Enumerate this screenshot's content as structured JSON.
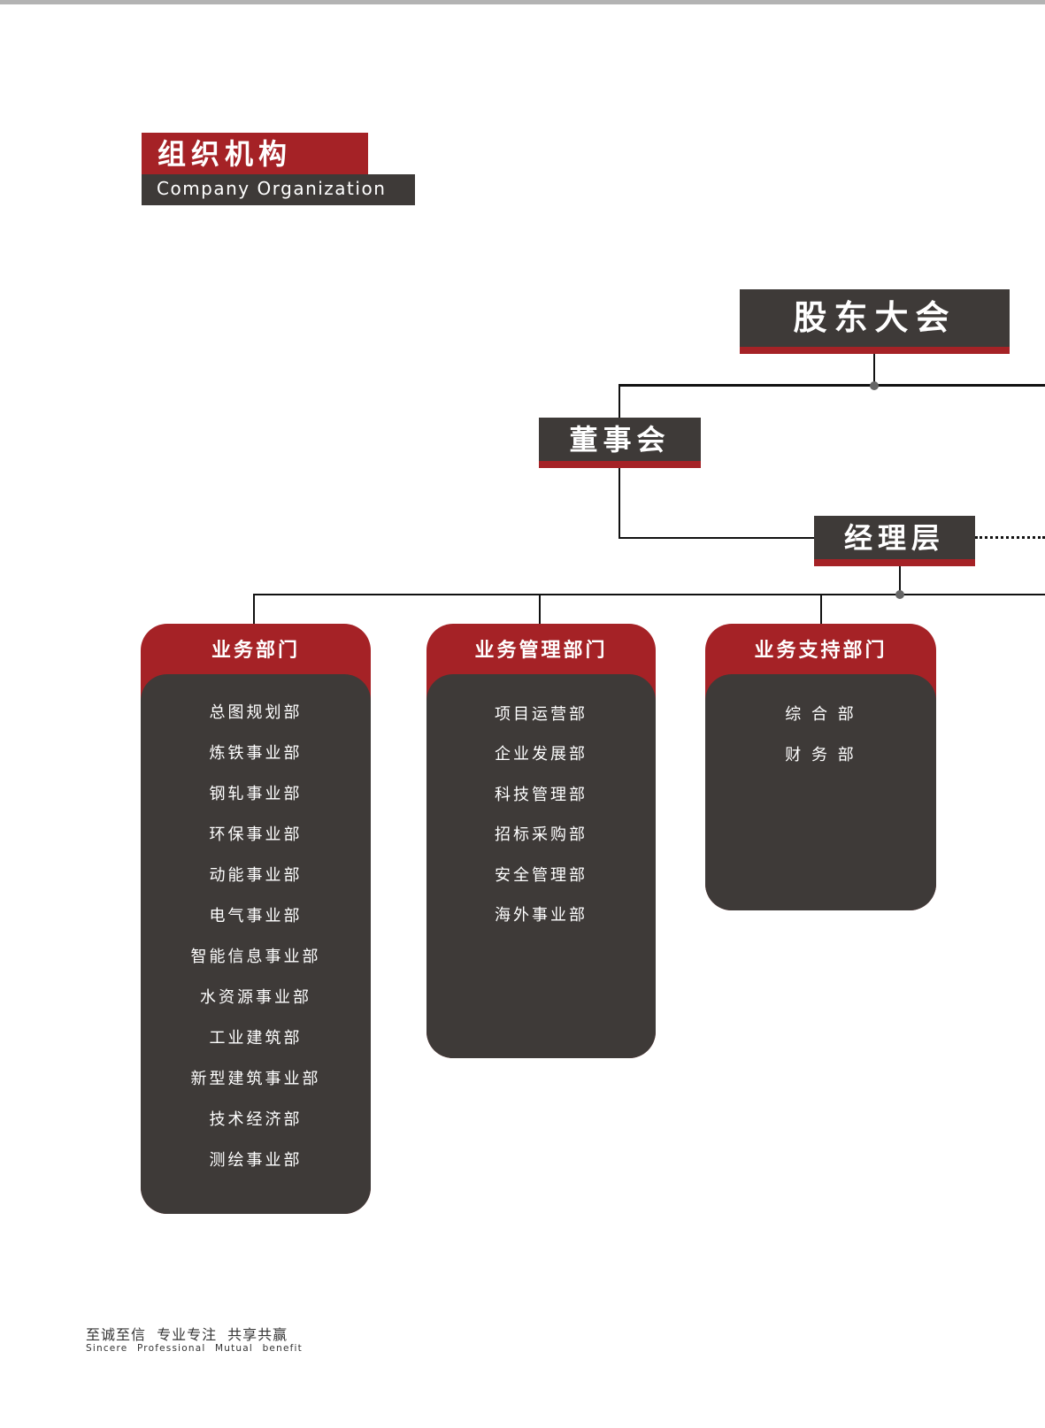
{
  "header": {
    "title_cn": "组织机构",
    "title_en": "Company Organization"
  },
  "nodes": {
    "shareholders": "股东大会",
    "board": "董事会",
    "management": "经理层"
  },
  "departments": [
    {
      "title": "业务部门",
      "items": [
        "总图规划部",
        "炼铁事业部",
        "钢轧事业部",
        "环保事业部",
        "动能事业部",
        "电气事业部",
        "智能信息事业部",
        "水资源事业部",
        "工业建筑部",
        "新型建筑事业部",
        "技术经济部",
        "测绘事业部"
      ]
    },
    {
      "title": "业务管理部门",
      "items": [
        "项目运营部",
        "企业发展部",
        "科技管理部",
        "招标采购部",
        "安全管理部",
        "海外事业部"
      ]
    },
    {
      "title": "业务支持部门",
      "items": [
        "综 合 部",
        "财 务 部"
      ]
    }
  ],
  "footer": {
    "slogan_cn": "至诚至信 专业专注 共享共赢",
    "slogan_en": "Sincere Professional Mutual benefit"
  },
  "colors": {
    "red": "#a52226",
    "dark": "#3e3a38"
  }
}
